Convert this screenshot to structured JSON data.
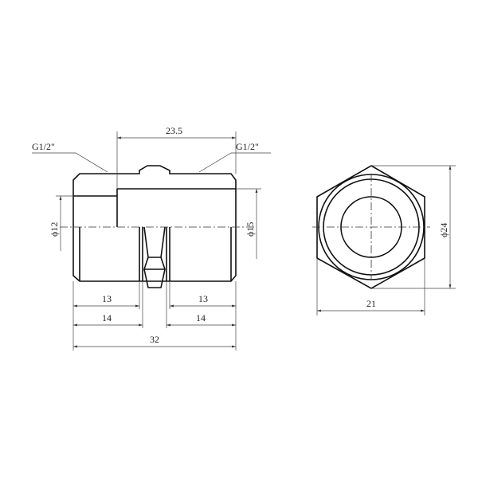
{
  "drawing": {
    "thread_left": "G1/2\"",
    "thread_right": "G1/2\"",
    "dim_top": "23.5",
    "dim_inner_left": "ϕ12",
    "dim_inner_right": "ϕ15",
    "dim_thread_left": "13",
    "dim_thread_right": "13",
    "dim_half_left": "14",
    "dim_half_right": "14",
    "dim_total": "32",
    "dim_hex_width": "21",
    "dim_hex_diameter": "ϕ24"
  }
}
